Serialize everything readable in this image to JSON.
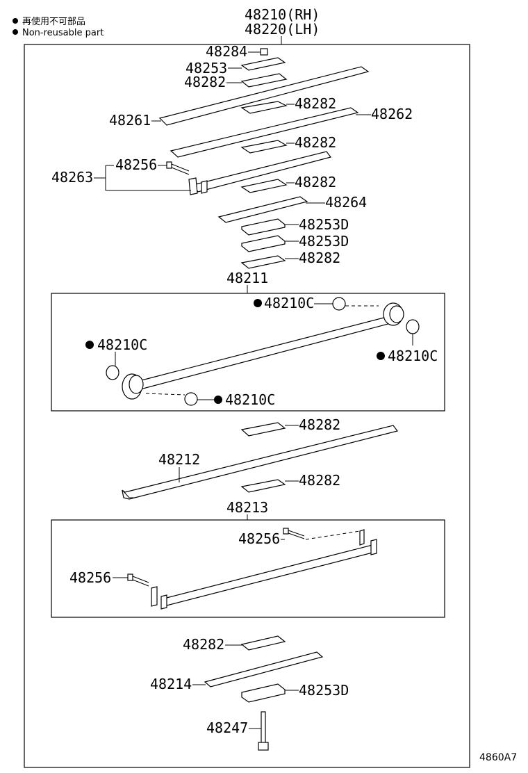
{
  "legend": {
    "japanese": "再使用不可部品",
    "english": "Non-reusable part"
  },
  "header": {
    "rh": "48210(RH)",
    "lh": "48220(LH)"
  },
  "labels": {
    "p48284": "48284",
    "p48253": "48253",
    "p48282a": "48282",
    "p48282b": "48282",
    "p48261": "48261",
    "p48262": "48262",
    "p48282c": "48282",
    "p48256a": "48256",
    "p48263": "48263",
    "p48282d": "48282",
    "p48264": "48264",
    "p48253d1": "48253D",
    "p48253d2": "48253D",
    "p48282e": "48282",
    "p48211": "48211",
    "p48210c1": "48210C",
    "p48210c2": "48210C",
    "p48210c3": "48210C",
    "p48210c4": "48210C",
    "p48282f": "48282",
    "p48212": "48212",
    "p48282g": "48282",
    "p48213": "48213",
    "p48256b": "48256",
    "p48256c": "48256",
    "p48282h": "48282",
    "p48214": "48214",
    "p48253d3": "48253D",
    "p48247": "48247"
  },
  "figure_code": "4860A7"
}
